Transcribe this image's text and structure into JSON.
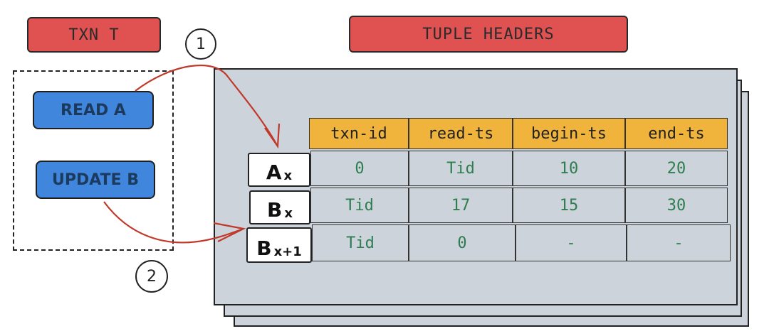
{
  "txn_label": "TXN T",
  "headers_label": "TUPLE HEADERS",
  "ops": [
    "READ A",
    "UPDATE B"
  ],
  "steps": [
    "1",
    "2"
  ],
  "columns": [
    "txn-id",
    "read-ts",
    "begin-ts",
    "end-ts"
  ],
  "rows": [
    {
      "name": "A",
      "sub": "x",
      "values": [
        "0",
        "Tid",
        "10",
        "20"
      ]
    },
    {
      "name": "B",
      "sub": "x",
      "values": [
        "Tid",
        "17",
        "15",
        "30"
      ]
    },
    {
      "name": "B",
      "sub": "x+1",
      "values": [
        "Tid",
        "0",
        "-",
        "-"
      ]
    }
  ],
  "colors": {
    "tag_red": "#e05252",
    "op_blue": "#3f86dc",
    "header_orange": "#f0b43c",
    "panel_gray": "#cdd3db",
    "value_green": "#2e7d4f",
    "arrow_red": "#c0392b"
  }
}
